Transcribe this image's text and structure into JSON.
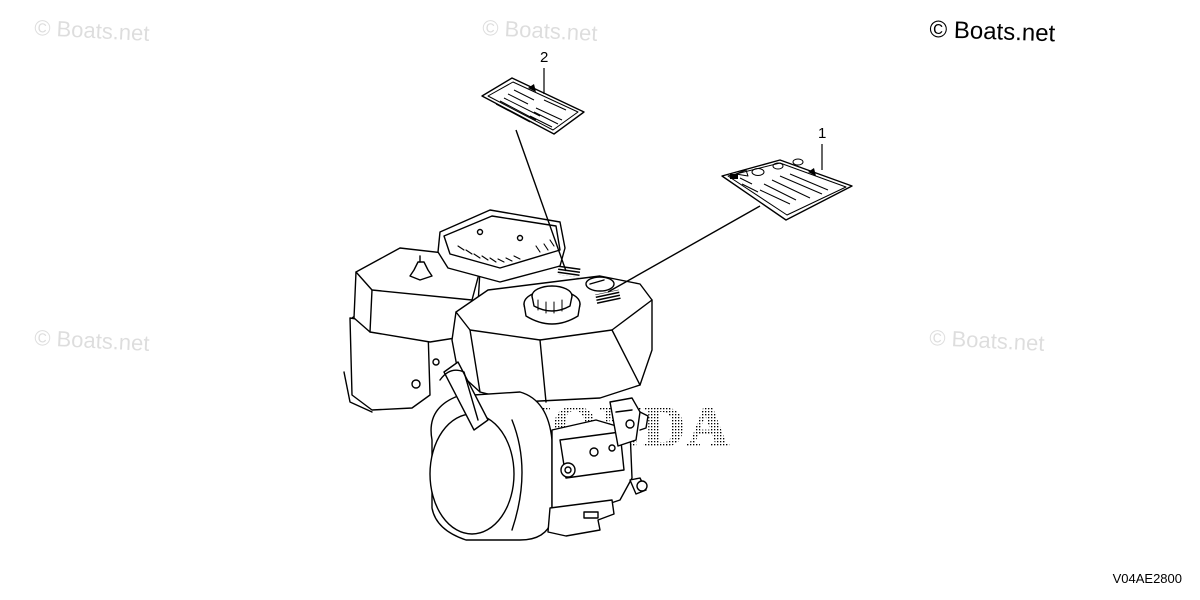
{
  "copyright": "© Boats.net",
  "watermark": "© Boats.net",
  "diagram_code": "V04AE2800",
  "brand_mark": "HONDA",
  "callouts": [
    {
      "number": "1",
      "part": "label"
    },
    {
      "number": "2",
      "part": "label"
    }
  ],
  "colors": {
    "line": "#000000",
    "background": "#ffffff",
    "dot_pattern": "#000000"
  }
}
